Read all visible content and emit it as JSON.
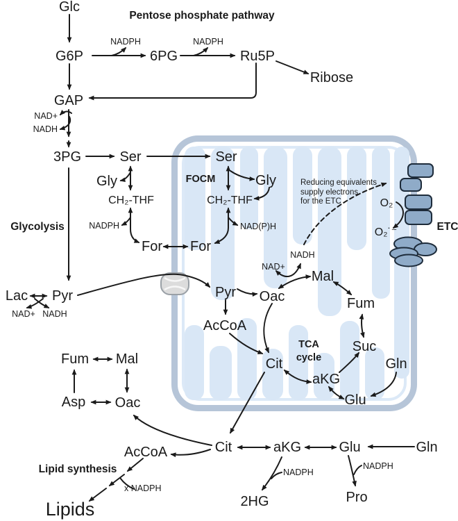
{
  "titles": {
    "ppp": "Pentose phosphate pathway",
    "glycolysis": "Glycolysis",
    "focm": "FOCM",
    "tca_line1": "TCA",
    "tca_line2": "cycle",
    "etc": "ETC",
    "lipid_synthesis": "Lipid synthesis"
  },
  "ann": {
    "reducing_line1": "Reducing equivalents",
    "reducing_line2": "supply electrons",
    "reducing_line3": "for the ETC",
    "x_nadph": "x NADPH"
  },
  "cof": {
    "nadph_g6p": "NADPH",
    "nadph_6pg": "NADPH",
    "nad_gap": "NAD+",
    "nadh_gap": "NADH",
    "nadph_focm_cyto": "NADPH",
    "nadph_focm_mito": "NAD(P)H",
    "nad_lac": "NAD+",
    "nadh_lac": "NADH",
    "nadh_mdh": "NADH",
    "nad_mdh": "NAD+",
    "nadph_2hg": "NADPH",
    "nadph_pro": "NADPH"
  },
  "met": {
    "glc": "Glc",
    "g6p": "G6P",
    "pg6": "6PG",
    "ru5p": "Ru5P",
    "ribose": "Ribose",
    "gap": "GAP",
    "pg3": "3PG",
    "ser_cyto": "Ser",
    "gly_cyto": "Gly",
    "ch2thf_cyto": "CH₂-THF",
    "for_cyto": "For",
    "ser_mito": "Ser",
    "gly_mito": "Gly",
    "ch2thf_mito": "CH₂-THF",
    "for_mito": "For",
    "o2": "O₂",
    "superoxide": "O₂˙⁻",
    "lac": "Lac",
    "pyr_cyto": "Pyr",
    "pyr_mito": "Pyr",
    "oac_mito": "Oac",
    "accoa_mito": "AcCoA",
    "cit_mito": "Cit",
    "akg_mito": "aKG",
    "suc": "Suc",
    "fum_mito": "Fum",
    "mal_mito": "Mal",
    "gln_mito": "Gln",
    "glu_mito": "Glu",
    "fum_cyto": "Fum",
    "mal_cyto": "Mal",
    "asp": "Asp",
    "oac_cyto": "Oac",
    "accoa_cyto": "AcCoA",
    "lipids": "Lipids",
    "cit_cyto": "Cit",
    "akg_cyto": "aKG",
    "glu_cyto": "Glu",
    "gln_cyto": "Gln",
    "hg2": "2HG",
    "pro": "Pro"
  },
  "colors": {
    "background": "#ffffff",
    "line": "#1a1a1a",
    "mito_membrane": "#b6c5d8",
    "mito_matrix": "#d9e7f6",
    "etc_complex_fill": "#8fabc8",
    "etc_complex_stroke": "#1d2b3a",
    "transporter_fill": "#dcdcdc"
  }
}
